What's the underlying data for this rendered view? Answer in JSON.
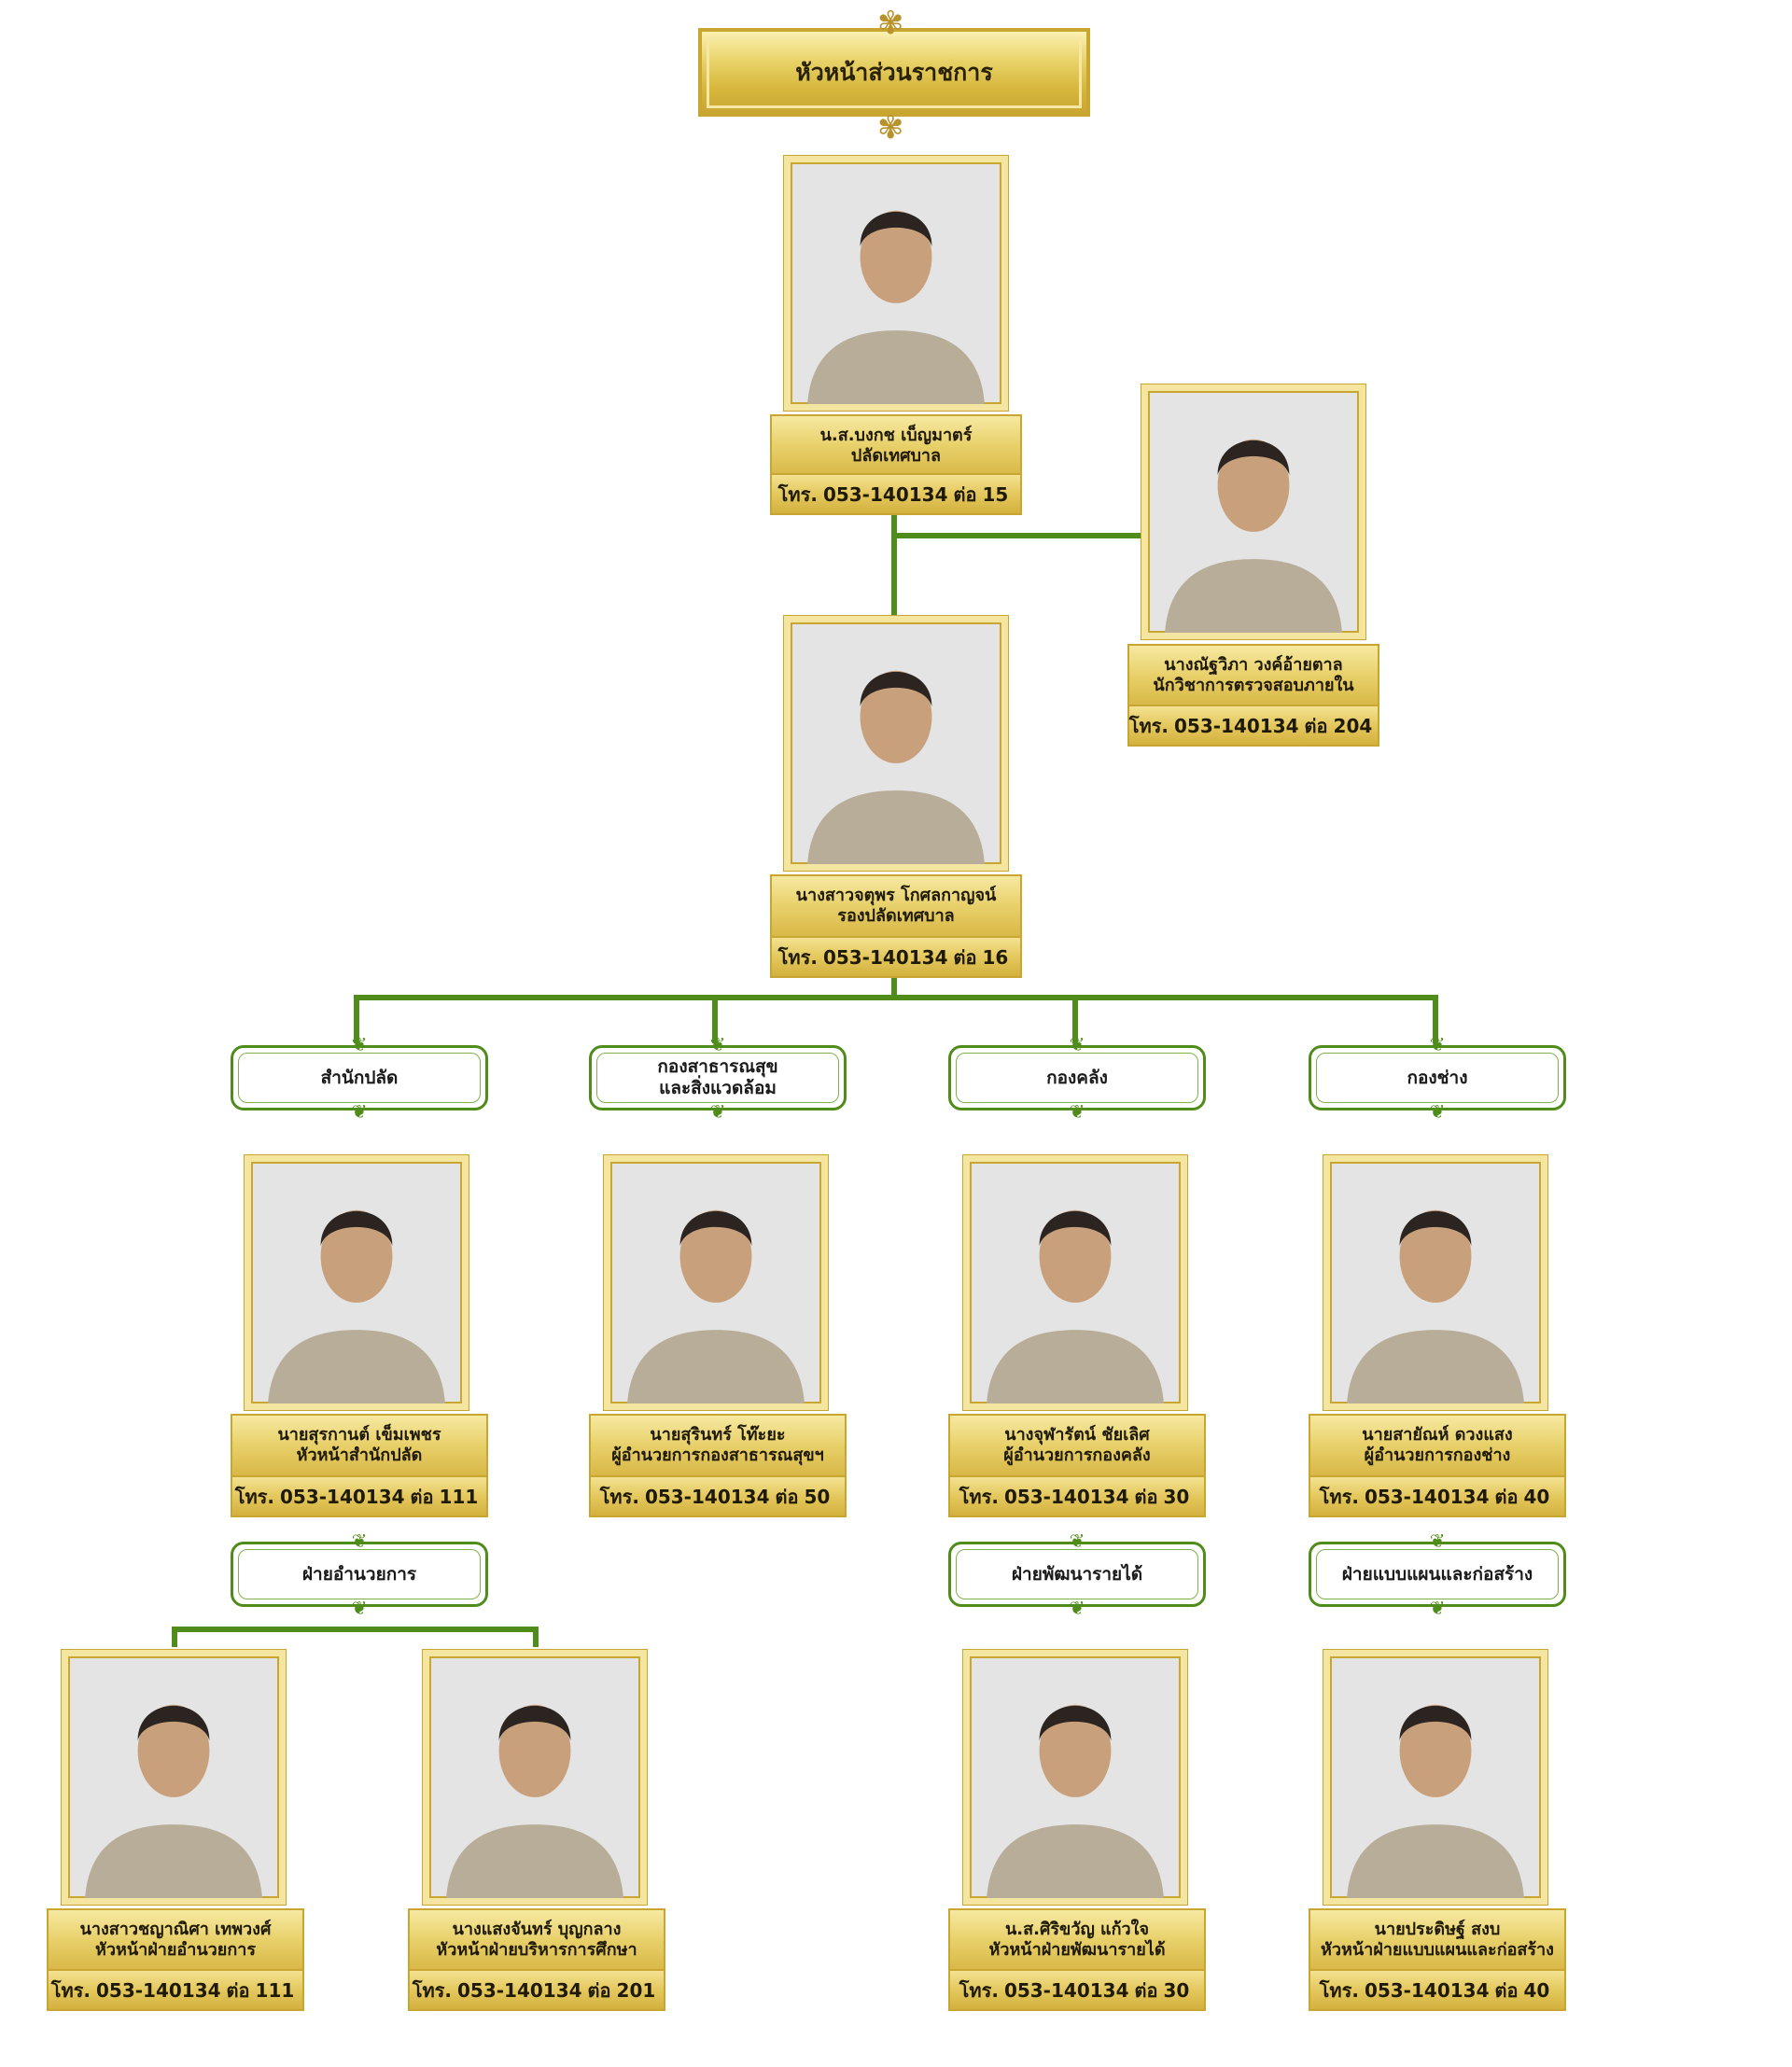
{
  "header": {
    "title": "หัวหน้าส่วนราชการ"
  },
  "colors": {
    "gold": "#d7b73c",
    "green_line": "#4f8c1a",
    "photo_bg": "#e4e4e4",
    "uniform": "#b8ad98"
  },
  "people": [
    {
      "id": "p1",
      "name": "น.ส.บงกช เบ็ญมาตร์",
      "title": "ปลัดเทศบาล",
      "tel_prefix": "โทร.",
      "tel": "053-140134",
      "ext_prefix": "ต่อ",
      "ext": "15",
      "icon": "person-photo-icon"
    },
    {
      "id": "p2",
      "name": "นางณัฐวิภา วงค์อ้ายตาล",
      "title": "นักวิชาการตรวจสอบภายใน",
      "tel_prefix": "โทร.",
      "tel": "053-140134",
      "ext_prefix": "ต่อ",
      "ext": "204",
      "icon": "person-photo-icon"
    },
    {
      "id": "p3",
      "name": "นางสาวจตุพร โกศลกาญจน์",
      "title": "รองปลัดเทศบาล",
      "tel_prefix": "โทร.",
      "tel": "053-140134",
      "ext_prefix": "ต่อ",
      "ext": "16",
      "icon": "person-photo-icon"
    },
    {
      "id": "p4",
      "name": "นายสุรกานต์ เข็มเพชร",
      "title": "หัวหน้าสำนักปลัด",
      "tel_prefix": "โทร.",
      "tel": "053-140134",
      "ext_prefix": "ต่อ",
      "ext": "111",
      "icon": "person-photo-icon"
    },
    {
      "id": "p5",
      "name": "นายสุรินทร์ โท๊ะยะ",
      "title": "ผู้อำนวยการกองสาธารณสุขฯ",
      "tel_prefix": "โทร.",
      "tel": "053-140134",
      "ext_prefix": "ต่อ",
      "ext": "50",
      "icon": "person-photo-icon"
    },
    {
      "id": "p6",
      "name": "นางจุฬารัตน์ ชัยเลิศ",
      "title": "ผู้อำนวยการกองคลัง",
      "tel_prefix": "โทร.",
      "tel": "053-140134",
      "ext_prefix": "ต่อ",
      "ext": "30",
      "icon": "person-photo-icon"
    },
    {
      "id": "p7",
      "name": "นายสายัณห์ ดวงแสง",
      "title": "ผู้อำนวยการกองช่าง",
      "tel_prefix": "โทร.",
      "tel": "053-140134",
      "ext_prefix": "ต่อ",
      "ext": "40",
      "icon": "person-photo-icon"
    },
    {
      "id": "p8",
      "name": "นางสาวชญาณิศา เทพวงศ์",
      "title": "หัวหน้าฝ่ายอำนวยการ",
      "tel_prefix": "โทร.",
      "tel": "053-140134",
      "ext_prefix": "ต่อ",
      "ext": "111",
      "icon": "person-photo-icon"
    },
    {
      "id": "p9",
      "name": "นางแสงจันทร์ บุญกลาง",
      "title": "หัวหน้าฝ่ายบริหารการศึกษา",
      "tel_prefix": "โทร.",
      "tel": "053-140134",
      "ext_prefix": "ต่อ",
      "ext": "201",
      "icon": "person-photo-icon"
    },
    {
      "id": "p10",
      "name": "น.ส.ศิริขวัญ แก้วใจ",
      "title": "หัวหน้าฝ่ายพัฒนารายได้",
      "tel_prefix": "โทร.",
      "tel": "053-140134",
      "ext_prefix": "ต่อ",
      "ext": "30",
      "icon": "person-photo-icon"
    },
    {
      "id": "p11",
      "name": "นายประดิษฐ์ สงบ",
      "title": "หัวหน้าฝ่ายแบบแผนและก่อสร้าง",
      "tel_prefix": "โทร.",
      "tel": "053-140134",
      "ext_prefix": "ต่อ",
      "ext": "40",
      "icon": "person-photo-icon"
    }
  ],
  "units": [
    {
      "id": "u1",
      "lines": [
        "สำนักปลัด"
      ]
    },
    {
      "id": "u2",
      "lines": [
        "กองสาธารณสุข",
        "และสิ่งแวดล้อม"
      ]
    },
    {
      "id": "u3",
      "lines": [
        "กองคลัง"
      ]
    },
    {
      "id": "u4",
      "lines": [
        "กองช่าง"
      ]
    },
    {
      "id": "u5",
      "lines": [
        "ฝ่ายอำนวยการ"
      ]
    },
    {
      "id": "u6",
      "lines": [
        "ฝ่ายพัฒนารายได้"
      ]
    },
    {
      "id": "u7",
      "lines": [
        "ฝ่ายแบบแผนและก่อสร้าง"
      ]
    }
  ]
}
